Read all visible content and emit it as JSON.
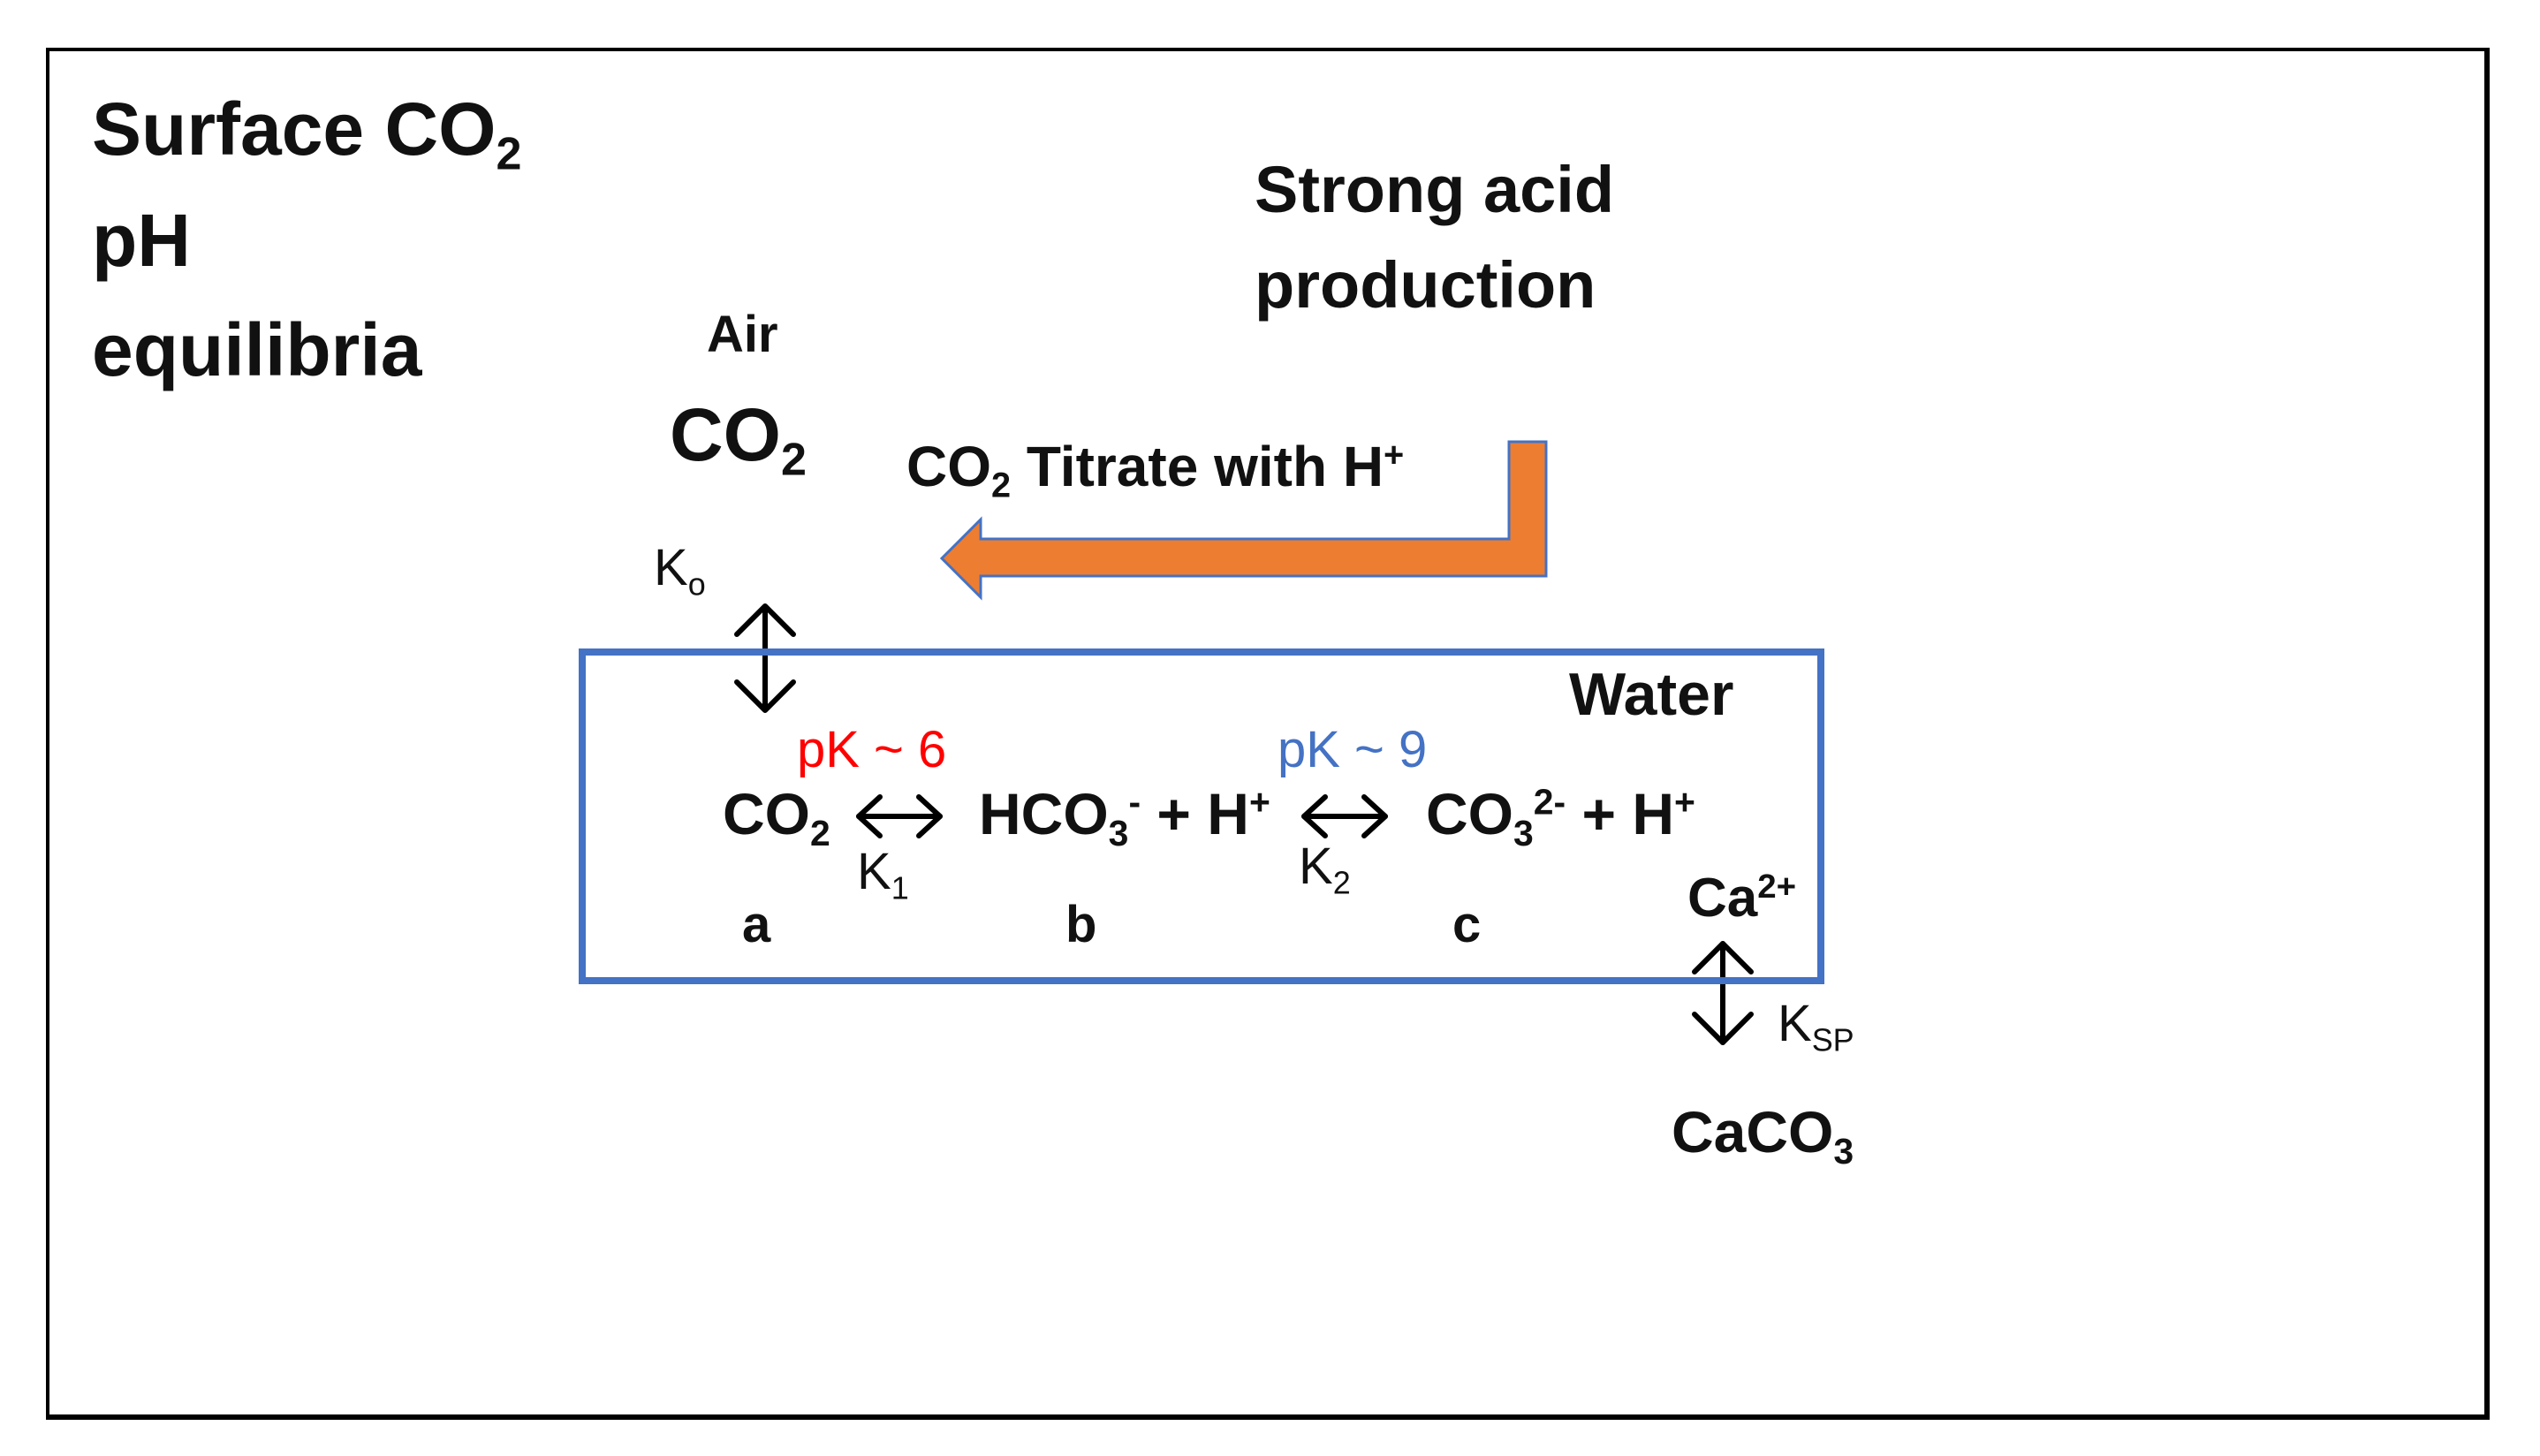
{
  "title": {
    "line1": "Surface CO",
    "line1_sub": "2",
    "line2": "pH",
    "line3": "equilibria"
  },
  "air": {
    "label": "Air",
    "co2": "CO",
    "co2_sub": "2",
    "ko": "K",
    "ko_sub": "o"
  },
  "acid": {
    "line1": "Strong acid",
    "line2": "production",
    "arrow_label_co": "CO",
    "arrow_label_sub": "2",
    "arrow_label_rest": " Titrate with H",
    "arrow_label_sup": "+",
    "arrow_color": "#ed7d31"
  },
  "water": {
    "label": "Water",
    "box_color": "#4472c4",
    "pk1": "pK ~ 6",
    "pk1_color": "#ff0000",
    "pk2": "pK ~ 9",
    "pk2_color": "#4472c4",
    "co2": "CO",
    "co2_sub": "2",
    "hco3": "HCO",
    "hco3_sub": "3",
    "hco3_sup": "-",
    "plus_h_1": " + H",
    "plus_h_1_sup": "+",
    "co3": "CO",
    "co3_sub": "3",
    "co3_sup": "2-",
    "plus_h_2": " + H",
    "plus_h_2_sup": "+",
    "k1": "K",
    "k1_sub": "1",
    "k2": "K",
    "k2_sub": "2",
    "label_a": "a",
    "label_b": "b",
    "label_c": "c",
    "ca": "Ca",
    "ca_sup": "2+"
  },
  "sediment": {
    "ksp": "K",
    "ksp_sub": "SP",
    "caco3": "CaCO",
    "caco3_sub": "3"
  }
}
